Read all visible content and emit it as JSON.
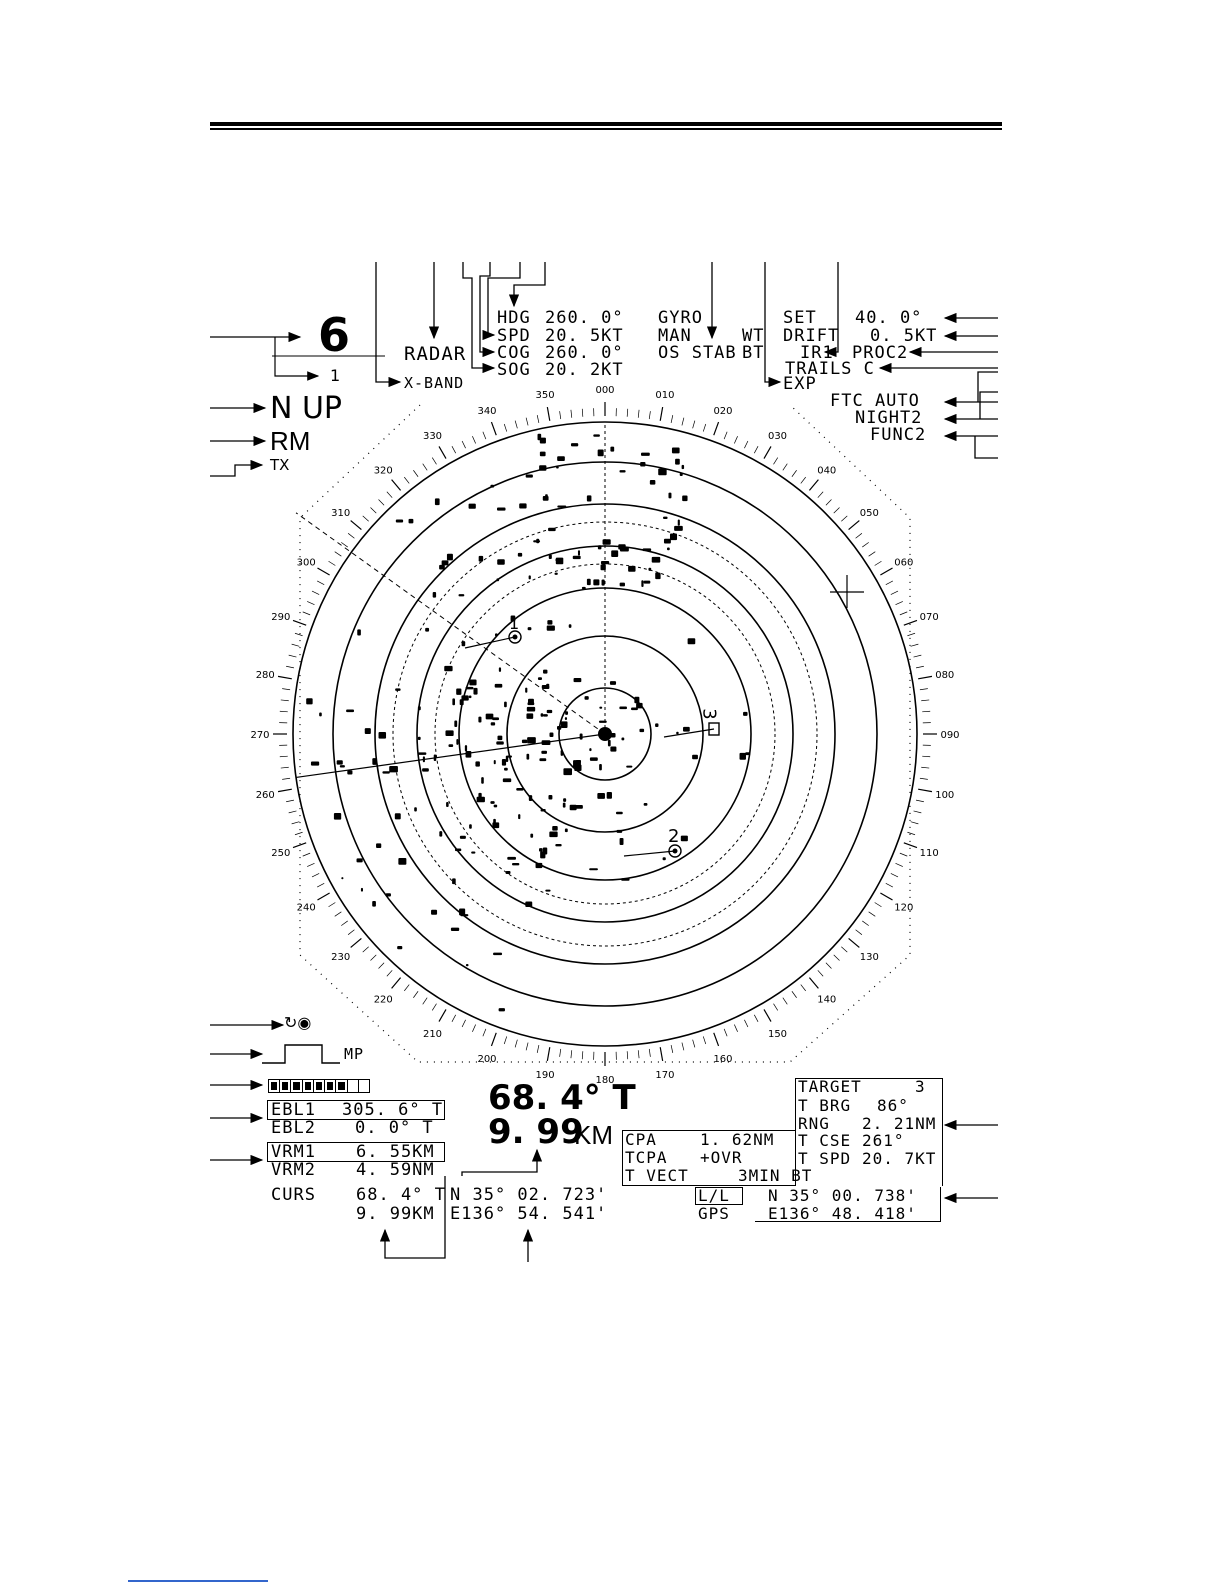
{
  "range_scale": {
    "value": "6",
    "sub": "1"
  },
  "display_mode": {
    "radar": "RADAR",
    "band": "X-BAND",
    "orientation": "N UP",
    "motion": "RM",
    "status": "TX"
  },
  "nav": {
    "hdg_label": "HDG",
    "hdg_value": "260. 0°",
    "spd_label": "SPD",
    "spd_value": "20. 5KT",
    "cog_label": "COG",
    "cog_value": "260. 0°",
    "sog_label": "SOG",
    "sog_value": "20. 2KT",
    "gyro": "GYRO",
    "man": "MAN",
    "wt": "WT",
    "os_stab": "OS STAB",
    "bt": "BT",
    "exp": "EXP"
  },
  "right_status": {
    "set_label": "SET",
    "set_value": "40. 0°",
    "drift_label": "DRIFT",
    "drift_value": "0. 5KT",
    "ir": "IR1",
    "proc": "PROC2",
    "trails": "TRAILS C",
    "ftc": "FTC AUTO",
    "night": "NIGHT2",
    "func": "FUNC2"
  },
  "bearing_labels": [
    "000",
    "010",
    "020",
    "030",
    "040",
    "050",
    "060",
    "070",
    "080",
    "090",
    "100",
    "110",
    "120",
    "130",
    "140",
    "150",
    "160",
    "170",
    "180",
    "190",
    "200",
    "210",
    "220",
    "230",
    "240",
    "250",
    "260",
    "270",
    "280",
    "290",
    "300",
    "310",
    "320",
    "330",
    "340",
    "350"
  ],
  "targets": [
    {
      "id": "1",
      "bearing_deg": 315,
      "range_fraction": 0.42
    },
    {
      "id": "2",
      "bearing_deg": 139,
      "range_fraction": 0.46
    },
    {
      "id": "3",
      "bearing_deg": 86,
      "range_fraction": 0.36
    }
  ],
  "left_indicators": {
    "pulse": "MP"
  },
  "ebl": {
    "ebl1_label": "EBL1",
    "ebl1_value": "305. 6° T",
    "ebl2_label": "EBL2",
    "ebl2_value": "0. 0° T"
  },
  "vrm": {
    "vrm1_label": "VRM1",
    "vrm1_value": "6. 55KM",
    "vrm2_label": "VRM2",
    "vrm2_value": "4. 59NM"
  },
  "cursor": {
    "label": "CURS",
    "bearing": "68. 4° T",
    "range": "9. 99KM",
    "lat": "N 35° 02. 723'",
    "lon": "E136° 54. 541'",
    "big_bearing": "68. 4° T",
    "big_range_num": "9. 99",
    "big_range_unit": "KM"
  },
  "target_data": {
    "target_label": "TARGET",
    "target_value": "3",
    "tbrg_label": "T BRG",
    "tbrg_value": "86°",
    "rng_label": "RNG",
    "rng_value": "2. 21NM",
    "cpa_label": "CPA",
    "cpa_value": "1. 62NM",
    "tcse_label": "T CSE",
    "tcse_value": "261°",
    "tcpa_label": "TCPA",
    "tcpa_value": "+OVR",
    "tspd_label": "T SPD",
    "tspd_value": "20. 7KT",
    "tvect_label": "T VECT",
    "tvect_value": "3MIN BT"
  },
  "position": {
    "ll_label": "L/L",
    "gps_label": "GPS",
    "lat": "N 35° 00. 738'",
    "lon": "E136° 48. 418'"
  }
}
